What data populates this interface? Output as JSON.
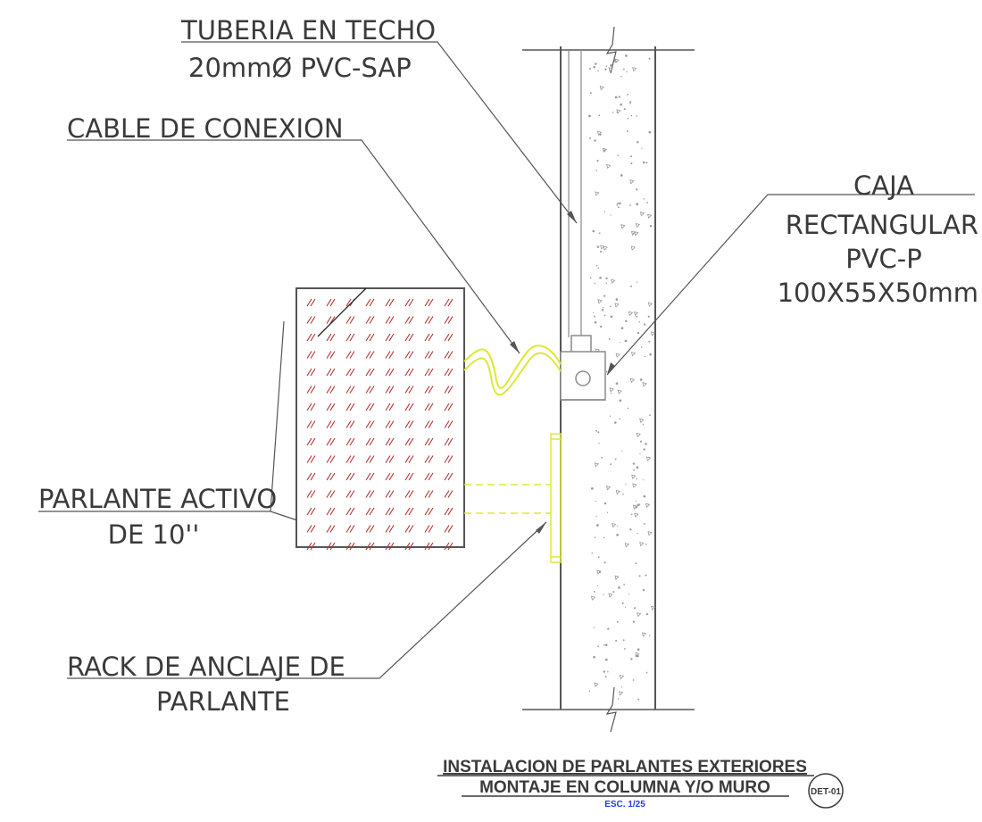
{
  "labels": {
    "tuberia_line1": "TUBERIA EN TECHO",
    "tuberia_line2": "20mmØ PVC-SAP",
    "cable": "CABLE DE CONEXION",
    "caja_line1": "CAJA",
    "caja_line2": "RECTANGULAR",
    "caja_line3": "PVC-P",
    "caja_line4": "100X55X50mm",
    "parlante_line1": "PARLANTE ACTIVO",
    "parlante_line2": "DE 10''",
    "rack_line1": "RACK DE ANCLAJE DE",
    "rack_line2": "PARLANTE"
  },
  "title": {
    "line1": "INSTALACION DE PARLANTES EXTERIORES",
    "line2": "MONTAJE EN COLUMNA Y/O MURO",
    "scale": "ESC. 1/25",
    "badge": "DET-01"
  },
  "colors": {
    "line": "#555555",
    "hatch": "#b03030",
    "cable": "#dde838",
    "scale_text": "#1f3fd8"
  }
}
